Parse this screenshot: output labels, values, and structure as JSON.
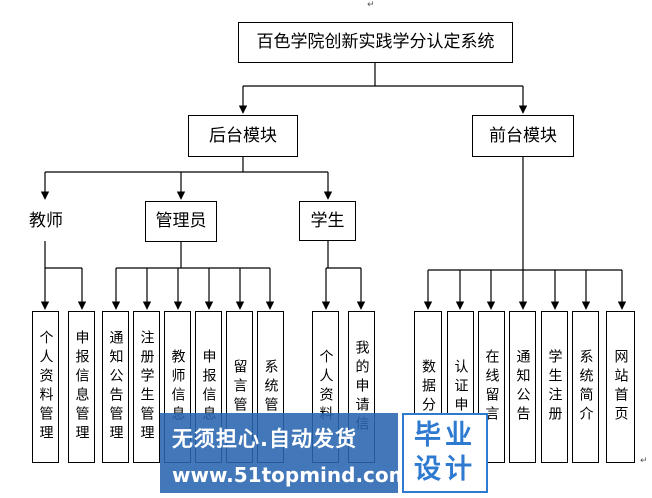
{
  "root": "百色学院创新实践学分认定系统",
  "modules": {
    "backend": "后台模块",
    "frontend": "前台模块"
  },
  "roles": {
    "teacher": "教师",
    "admin": "管理员",
    "student": "学生"
  },
  "teacher_items": [
    "个人资料管理",
    "申报信息管理"
  ],
  "admin_items": [
    "通知公告管理",
    "注册学生管理",
    "教师信息",
    "申报信息",
    "留言管",
    "系统管"
  ],
  "student_items": [
    "个人资料",
    "我的申请信"
  ],
  "frontend_items": [
    "数据分",
    "认证申",
    "在线留言",
    "通知公告",
    "学生注册",
    "系统简介",
    "网站首页"
  ],
  "watermark": {
    "line1": "无须担心.自动发货",
    "line2": "www.51topmind.com",
    "badge_top": "毕业",
    "badge_bottom": "设计"
  }
}
